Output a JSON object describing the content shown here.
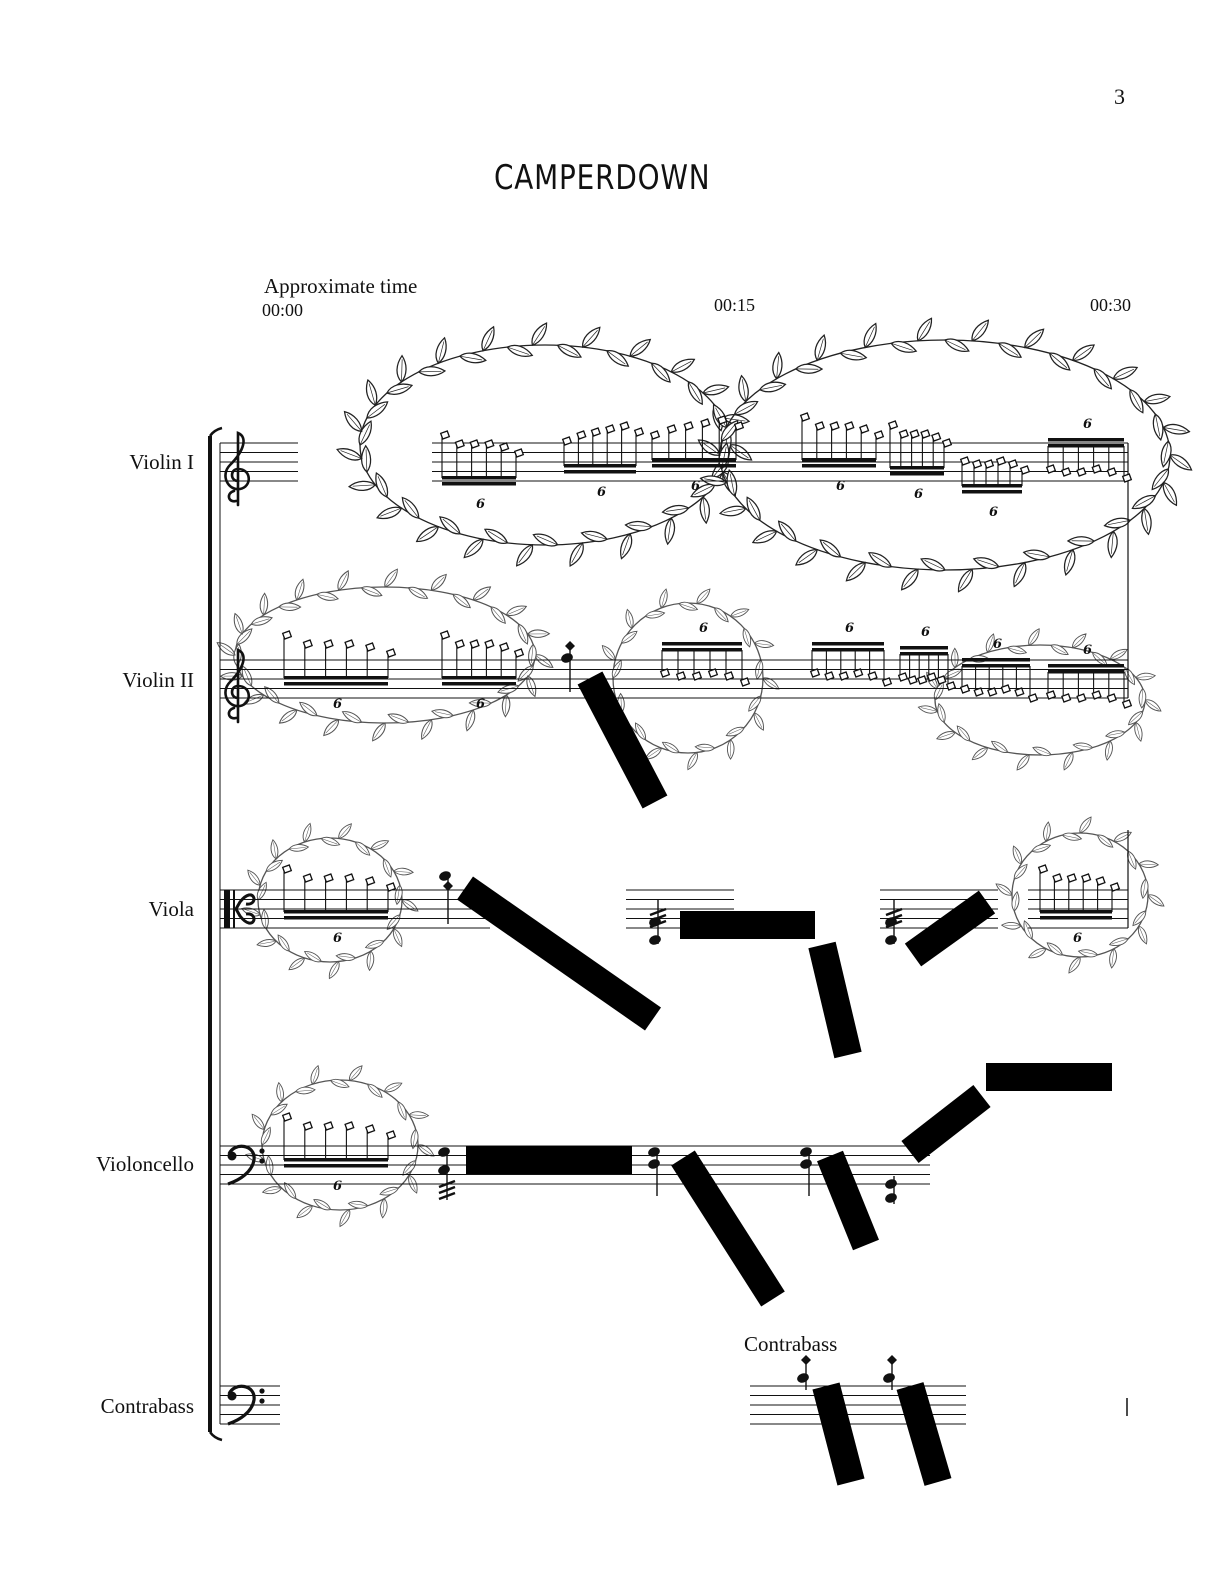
{
  "page_number": "3",
  "title": "CAMPERDOWN",
  "time_label": "Approximate time",
  "timestamps": [
    "00:00",
    "00:15",
    "00:30"
  ],
  "instruments": [
    "Violin I",
    "Violin II",
    "Viola",
    "Violoncello",
    "Contrabass"
  ],
  "contrabass_cue_label": "Contrabass",
  "tuplet_number": "6",
  "clefs": {
    "violin1": "treble",
    "violin2": "treble",
    "viola": "alto",
    "violoncello": "bass",
    "contrabass": "bass"
  }
}
